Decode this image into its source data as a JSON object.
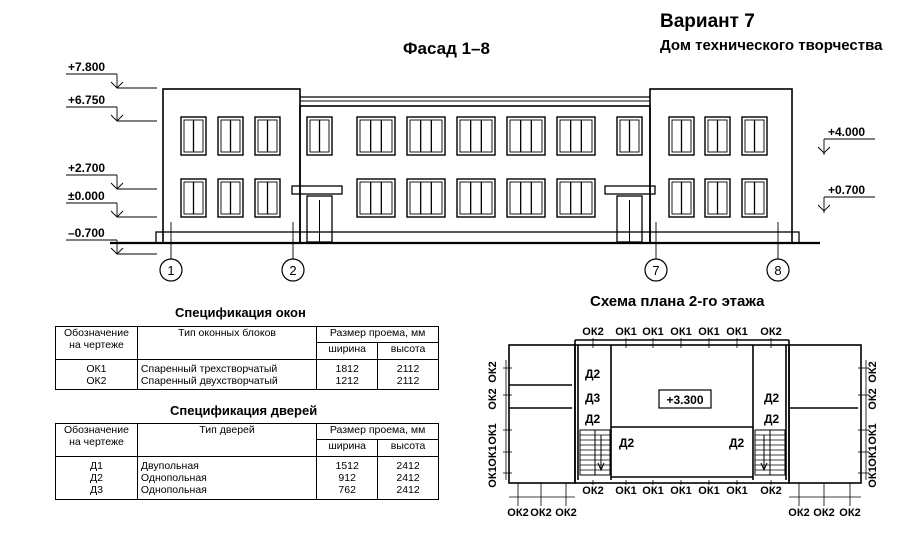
{
  "header": {
    "variant": "Вариант 7",
    "subtitle": "Дом технического творчества"
  },
  "facade": {
    "title": "Фасад  1–8",
    "levels_left": [
      "+7.800",
      "+6.750",
      "+2.700",
      "±0.000",
      "–0.700"
    ],
    "levels_right": [
      "+4.000",
      "+0.700"
    ],
    "axes": [
      "1",
      "2",
      "7",
      "8"
    ]
  },
  "windows_spec": {
    "title": "Спецификация окон",
    "col_designation": "Обозначение на чертеже",
    "col_type": "Тип оконных блоков",
    "col_size": "Размер проема, мм",
    "col_width": "ширина",
    "col_height": "высота",
    "rows": [
      {
        "code": "ОК1",
        "type": "Спаренный трехстворчатый",
        "width": "1812",
        "height": "2112"
      },
      {
        "code": "ОК2",
        "type": "Спаренный двухстворчатый",
        "width": "1212",
        "height": "2112"
      }
    ]
  },
  "doors_spec": {
    "title": "Спецификация дверей",
    "col_designation": "Обозначение на чертеже",
    "col_type": "Тип дверей",
    "col_size": "Размер проема, мм",
    "col_width": "ширина",
    "col_height": "высота",
    "rows": [
      {
        "code": "Д1",
        "type": "Двупольная",
        "width": "1512",
        "height": "2412"
      },
      {
        "code": "Д2",
        "type": "Однопольная",
        "width": "912",
        "height": "2412"
      },
      {
        "code": "Д3",
        "type": "Однопольная",
        "width": "762",
        "height": "2412"
      }
    ]
  },
  "plan": {
    "title": "Схема плана 2-го этажа",
    "level": "+3.300",
    "top_labels": [
      "ОК2",
      "ОК1",
      "ОК1",
      "ОК1",
      "ОК1",
      "ОК1",
      "ОК2"
    ],
    "bottom_labels": [
      "ОК2",
      "ОК1",
      "ОК1",
      "ОК1",
      "ОК1",
      "ОК1",
      "ОК2"
    ],
    "bottom_left_labels": [
      "ОК2",
      "ОК2",
      "ОК2"
    ],
    "bottom_right_labels": [
      "ОК2",
      "ОК2",
      "ОК2"
    ],
    "left_labels": [
      "ОК2",
      "ОК2",
      "ОК1",
      "ОК1",
      "ОК1"
    ],
    "right_labels": [
      "ОК2",
      "ОК2",
      "ОК1",
      "ОК1",
      "ОК1"
    ],
    "doors": {
      "d2_left_top": "Д2",
      "d3_left": "Д3",
      "d2_left_mid": "Д2",
      "d2_left_corr": "Д2",
      "d2_right_top": "Д2",
      "d2_right_mid": "Д2",
      "d2_right_corr": "Д2"
    }
  }
}
